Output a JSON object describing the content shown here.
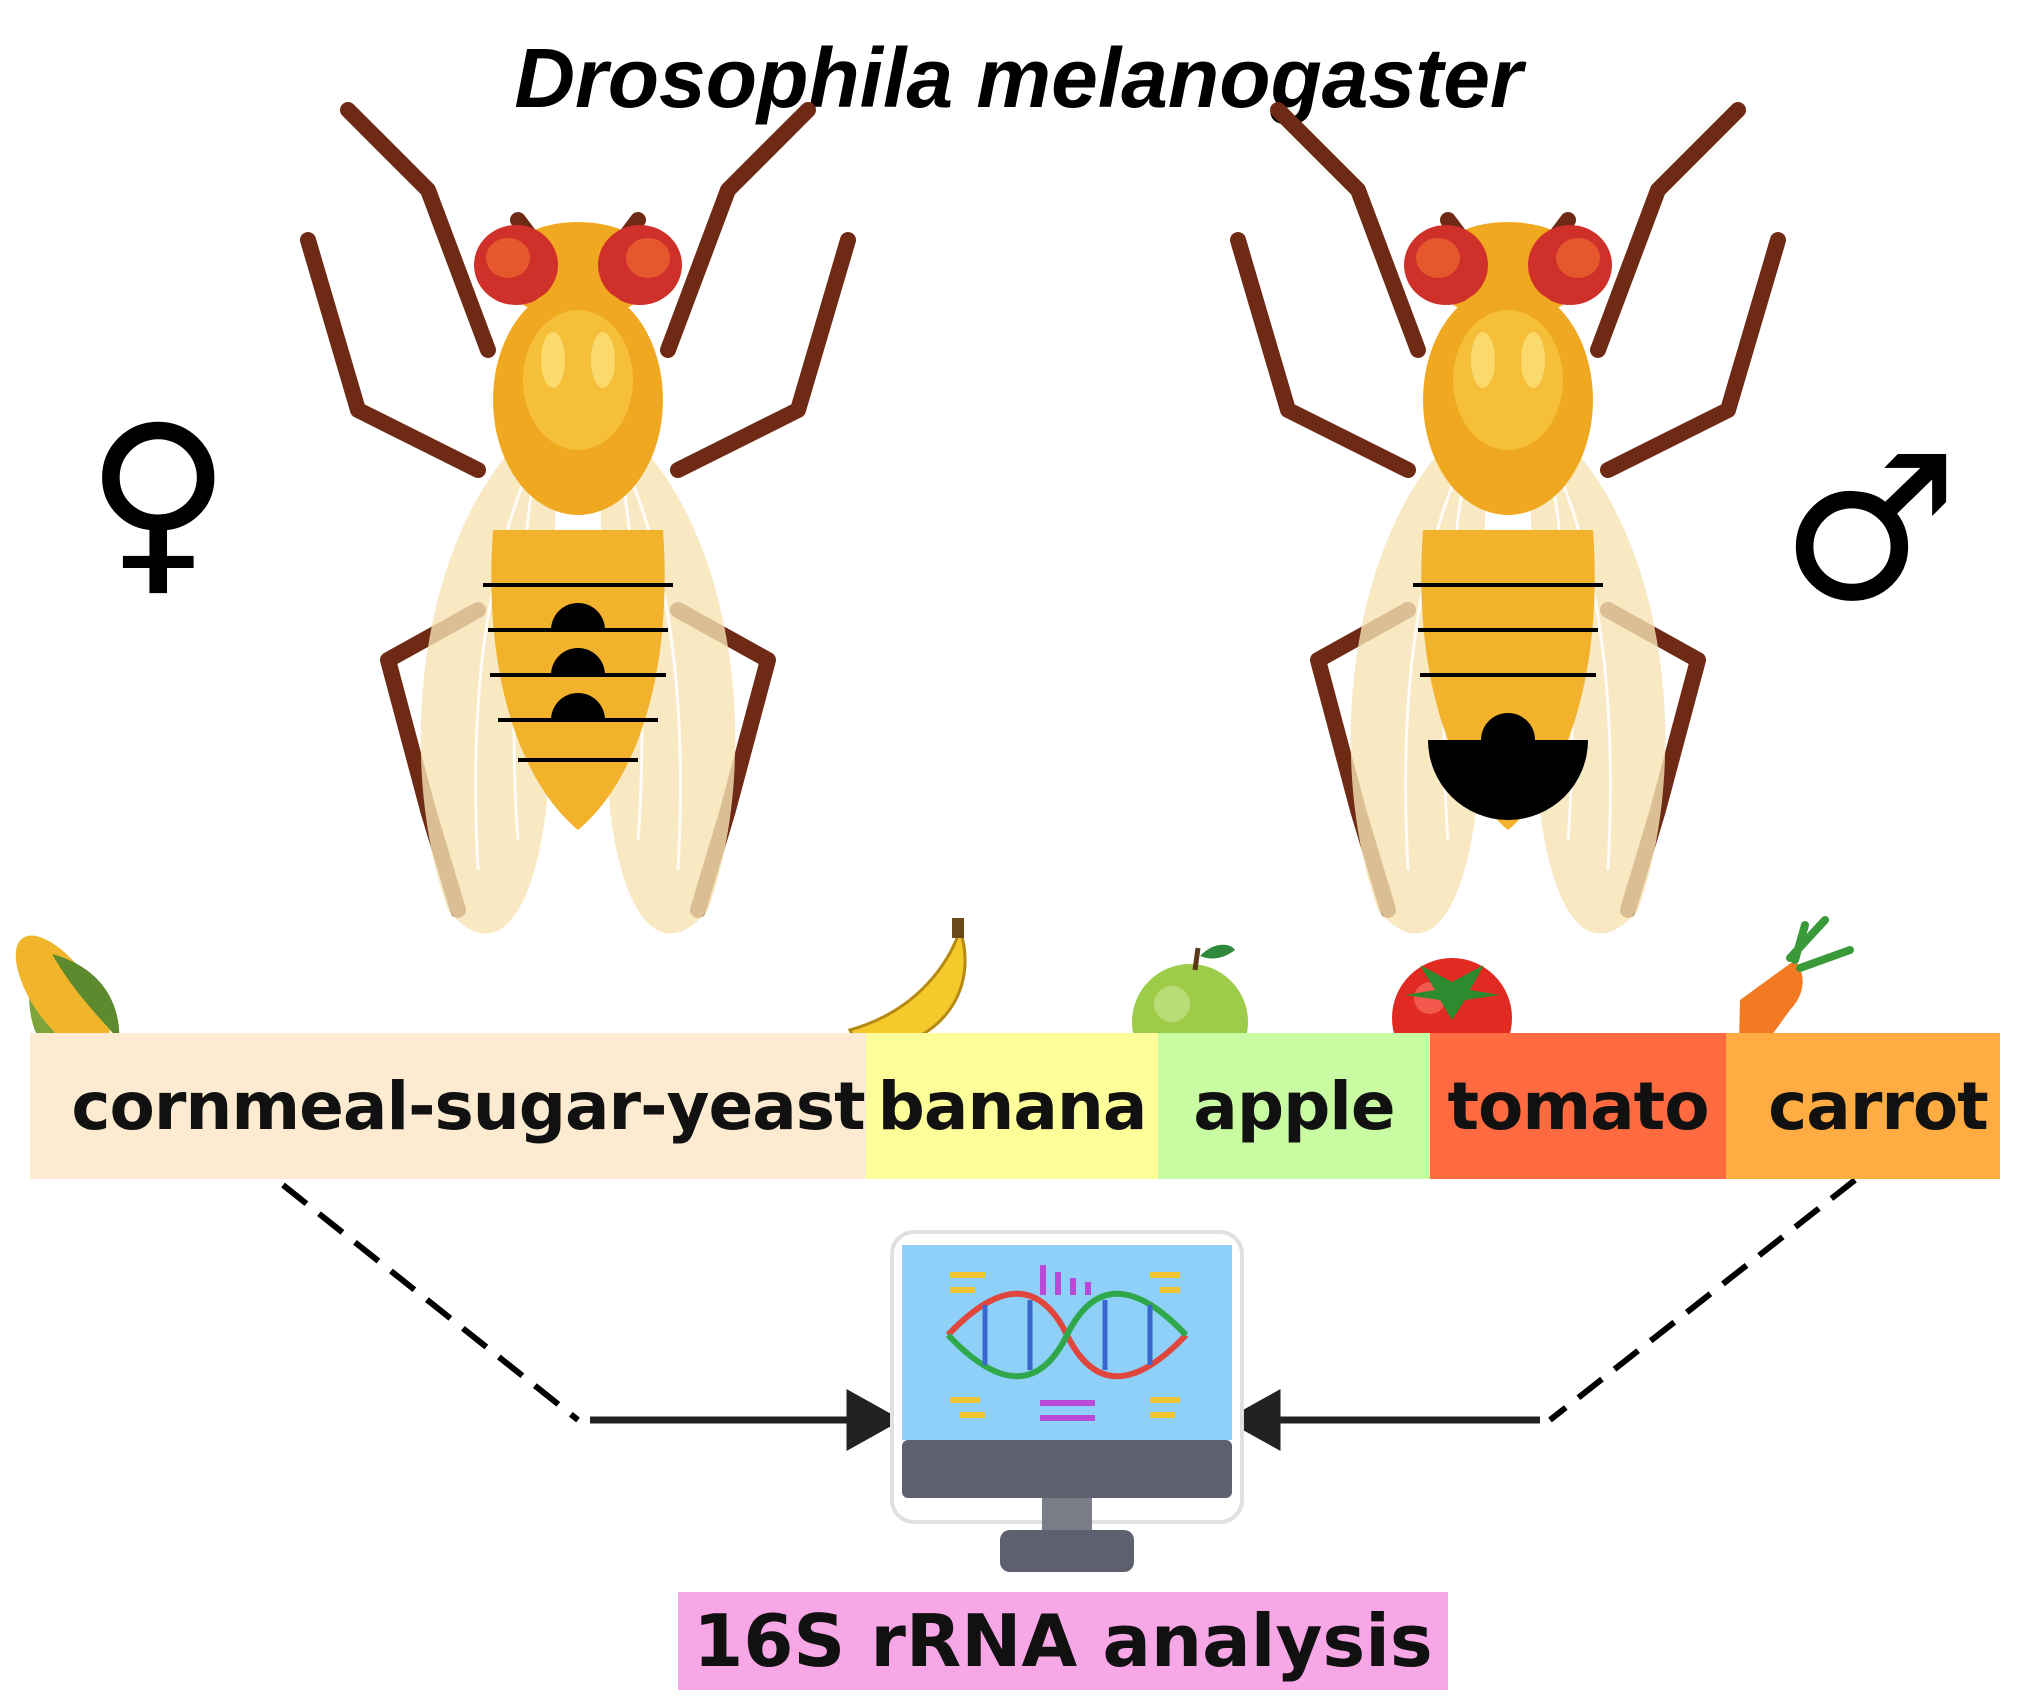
{
  "title": "Drosophila melanogaster",
  "symbols": {
    "female": "♀",
    "male": "♂"
  },
  "foods": [
    {
      "label": "cornmeal-sugar-yeast",
      "color": "#fcebd0",
      "icon": "corn-icon"
    },
    {
      "label": "banana",
      "color": "#fdfd9a",
      "icon": "banana-icon"
    },
    {
      "label": "apple",
      "color": "#c9fba3",
      "icon": "apple-icon"
    },
    {
      "label": "tomato",
      "color": "#ff6a40",
      "icon": "tomato-icon"
    },
    {
      "label": "carrot",
      "color": "#ffac42",
      "icon": "carrot-icon"
    }
  ],
  "analysis_label": "16S rRNA analysis",
  "colors": {
    "fly_body": "#f0a820",
    "fly_eye": "#d0302a",
    "fly_leg": "#6e2a14",
    "analysis_bg": "#f7a6e6",
    "monitor_screen": "#8fd0f8",
    "monitor_frame": "#5e6070"
  }
}
